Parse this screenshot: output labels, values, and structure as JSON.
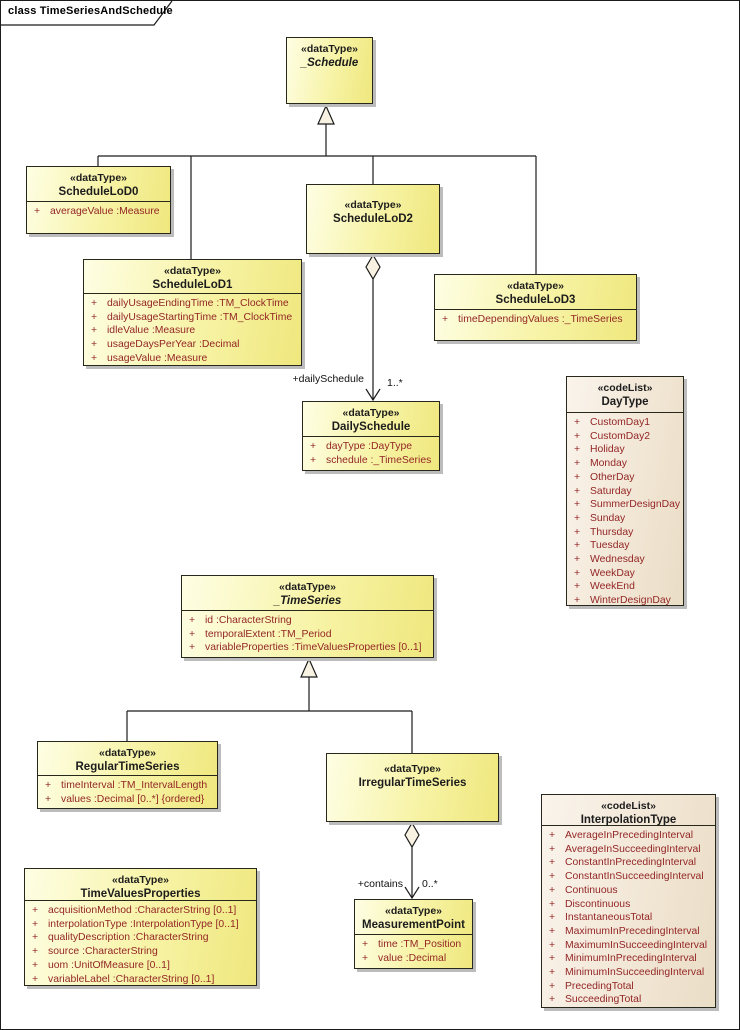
{
  "frame": {
    "title": "class TimeSeriesAndSchedule"
  },
  "colors": {
    "class_fill": "#f7f3a5",
    "class_fill_light": "#fefee4",
    "codelist_fill": "#f2e7d6",
    "border": "#27271c",
    "attribute_text": "#932626",
    "shadow": "#bcbcbc",
    "connector": "#1c1c1c"
  },
  "icons": {
    "generalization": "hollow-triangle-arrow",
    "aggregation": "hollow-diamond",
    "association_end": "open-arrowhead"
  },
  "edge_labels": {
    "daily_schedule_role": "+dailySchedule",
    "daily_schedule_mult": "1..*",
    "contains_role": "+contains",
    "contains_mult": "0..*"
  },
  "classes": {
    "schedule": {
      "stereotype": "«dataType»",
      "name": "_Schedule",
      "attributes": []
    },
    "schedulelod0": {
      "stereotype": "«dataType»",
      "name": "ScheduleLoD0",
      "attributes": [
        "averageValue  :Measure"
      ]
    },
    "schedulelod1": {
      "stereotype": "«dataType»",
      "name": "ScheduleLoD1",
      "attributes": [
        "dailyUsageEndingTime  :TM_ClockTime",
        "dailyUsageStartingTime  :TM_ClockTime",
        "idleValue  :Measure",
        "usageDaysPerYear  :Decimal",
        "usageValue  :Measure"
      ]
    },
    "schedulelod2": {
      "stereotype": "«dataType»",
      "name": "ScheduleLoD2",
      "attributes": []
    },
    "schedulelod3": {
      "stereotype": "«dataType»",
      "name": "ScheduleLoD3",
      "attributes": [
        "timeDependingValues  :_TimeSeries"
      ]
    },
    "dailyschedule": {
      "stereotype": "«dataType»",
      "name": "DailySchedule",
      "attributes": [
        "dayType  :DayType",
        "schedule  :_TimeSeries"
      ]
    },
    "daytype": {
      "stereotype": "«codeList»",
      "name": "DayType",
      "attributes": [
        "CustomDay1",
        "CustomDay2",
        "Holiday",
        "Monday",
        "OtherDay",
        "Saturday",
        "SummerDesignDay",
        "Sunday",
        "Thursday",
        "Tuesday",
        "Wednesday",
        "WeekDay",
        "WeekEnd",
        "WinterDesignDay"
      ]
    },
    "timeseries": {
      "stereotype": "«dataType»",
      "name": "_TimeSeries",
      "attributes": [
        "id  :CharacterString",
        "temporalExtent  :TM_Period",
        "variableProperties  :TimeValuesProperties [0..1]"
      ]
    },
    "regulartimeseries": {
      "stereotype": "«dataType»",
      "name": "RegularTimeSeries",
      "attributes": [
        "timeInterval  :TM_IntervalLength",
        "values  :Decimal [0..*] {ordered}"
      ]
    },
    "irregulartimeseries": {
      "stereotype": "«dataType»",
      "name": "IrregularTimeSeries",
      "attributes": []
    },
    "timevaluesproperties": {
      "stereotype": "«dataType»",
      "name": "TimeValuesProperties",
      "attributes": [
        "acquisitionMethod  :CharacterString [0..1]",
        "interpolationType  :InterpolationType [0..1]",
        "qualityDescription  :CharacterString",
        "source  :CharacterString",
        "uom  :UnitOfMeasure [0..1]",
        "variableLabel  :CharacterString [0..1]"
      ]
    },
    "measurementpoint": {
      "stereotype": "«dataType»",
      "name": "MeasurementPoint",
      "attributes": [
        "time  :TM_Position",
        "value  :Decimal"
      ]
    },
    "interpolationtype": {
      "stereotype": "«codeList»",
      "name": "InterpolationType",
      "attributes": [
        "AverageInPrecedingInterval",
        "AverageInSucceedingInterval",
        "ConstantInPrecedingInterval",
        "ConstantInSucceedingInterval",
        "Continuous",
        "Discontinuous",
        "InstantaneousTotal",
        "MaximumInPrecedingInterval",
        "MaximumInSucceedingInterval",
        "MinimumInPrecedingInterval",
        "MinimumInSucceedingInterval",
        "PrecedingTotal",
        "SucceedingTotal"
      ]
    }
  }
}
